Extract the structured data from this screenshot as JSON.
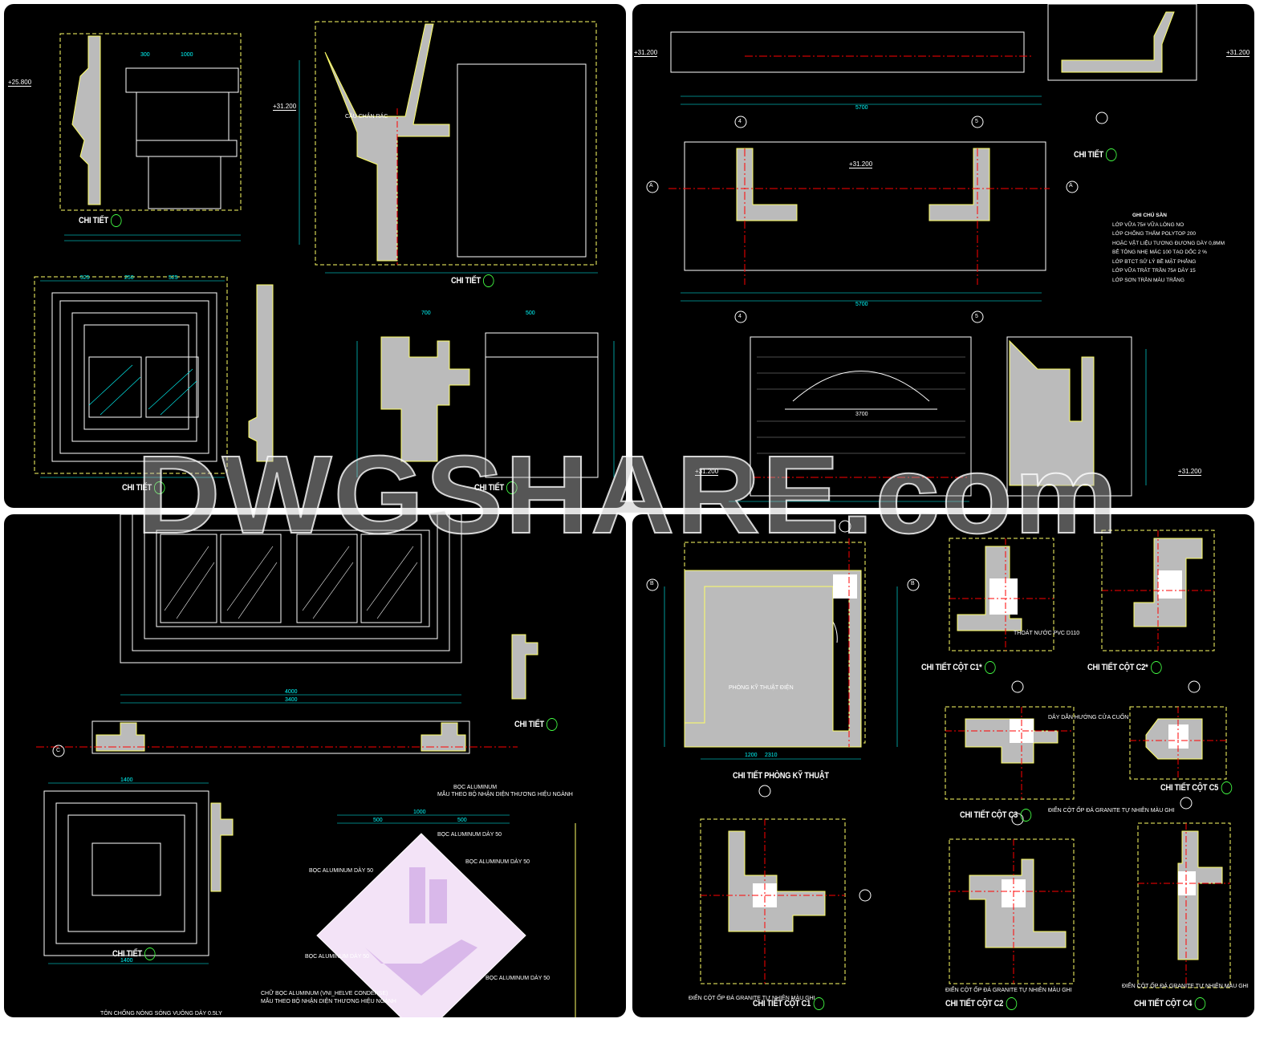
{
  "watermark": "DWGSHARE.com",
  "colors": {
    "background": "#000000",
    "frame": "#ffffff",
    "dimension": "#00ffff",
    "hatch": "#c0c0c0",
    "axis": "#ff0000",
    "accent_yellow": "#ffff66",
    "logo": "#e9c8f0"
  },
  "panel_top_left": {
    "elevation_1": "+25.800",
    "elevation_2": "+31.200",
    "label_1": "CHI TIẾT",
    "label_2": "CHI TIẾT",
    "label_3": "CHI TIẾT",
    "label_4": "CHI TIẾT",
    "note": "CẦU CHẮN RÁC",
    "dims": [
      "300",
      "1000",
      "525",
      "250",
      "525",
      "700",
      "500"
    ]
  },
  "panel_top_right": {
    "elevation_1": "+31.200",
    "elevation_2": "+31.200",
    "elevation_3": "+31.200",
    "elevation_4": "+31.200",
    "dim_total": "5700",
    "dim_total_2": "5700",
    "dim_arch": "3700",
    "label_1": "CHI TIẾT",
    "axis_a": "A",
    "axis_4": "4",
    "axis_5": "5",
    "legend": {
      "title": "GHI CHÚ SÀN",
      "items": [
        "LỚP VỮA 75# VỮA LÓNG NO",
        "LỚP CHỐNG THẤM POLYTOP 200",
        "HOẶC VẬT LIỆU TƯƠNG ĐƯƠNG DÀY 0,8MM",
        "BÊ TÔNG NHẸ MÁC 100 TẠO DỐC 2 %",
        "LỚP BTCT SỬ LÝ BỀ MẶT PHẲNG",
        "LỚP VỮA TRÁT TRẦN 75# DÀY 15",
        "LỚP SƠN TRẦN MÀU TRẮNG"
      ]
    }
  },
  "panel_bottom_left": {
    "dim_total": "4000",
    "dim_inner": "3400",
    "dim_window": "1400",
    "dim_logo_total": "1000",
    "dim_logo_half": "500",
    "axis_c": "C",
    "label_1": "CHI TIẾT",
    "label_2": "CHI TIẾT",
    "note_top_1": "BỌC ALUMINUM",
    "note_top_2": "MẪU THEO BỘ NHẬN DIỆN THƯƠNG HIỆU NGÀNH",
    "note_aluminum": "BỌC ALUMINUM DÀY 50",
    "note_bottom_1": "CHỮ BỌC ALUMINUM (VNI_HELVE CONDENSE)",
    "note_bottom_2": "MẪU THEO BỘ NHẬN DIỆN THƯƠNG HIỆU NGÀNH",
    "note_roof": "TÔN CHỐNG NÓNG SÓNG VUÔNG DÀY 0.5LY"
  },
  "panel_bottom_right": {
    "room_label": "CHI TIẾT PHÒNG KỸ THUẬT",
    "room_name": "PHÒNG KỸ THUẬT ĐIỆN",
    "dim_room": "2310",
    "dim_room_inner": "1200",
    "columns": [
      "CHI TIẾT CỘT C1*",
      "CHI TIẾT CỘT C2*",
      "CHI TIẾT CỘT C3",
      "CHI TIẾT CỘT C5",
      "CHI TIẾT CỘT C1",
      "CHI TIẾT CỘT C2",
      "CHI TIẾT CỘT C4"
    ],
    "note_pipe": "THOÁT NƯỚC PVC D110",
    "note_granite": "ĐIỂN CỘT ỐP ĐÁ GRANITE TỰ NHIÊN MÀU GHI",
    "note_door": "DÂY DẪN HƯỚNG CỬA CUỐN",
    "axis_b": "B"
  }
}
